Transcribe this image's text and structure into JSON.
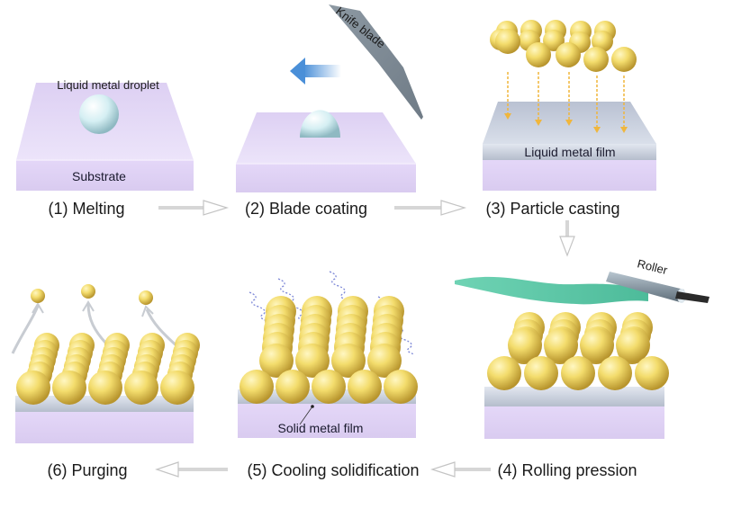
{
  "title": "Liquid metal particle-casting fabrication process",
  "steps": [
    {
      "number": 1,
      "label": "(1) Melting"
    },
    {
      "number": 2,
      "label": "(2) Blade coating"
    },
    {
      "number": 3,
      "label": "(3) Particle casting"
    },
    {
      "number": 4,
      "label": "(4) Rolling pression"
    },
    {
      "number": 5,
      "label": "(5) Cooling solidification"
    },
    {
      "number": 6,
      "label": "(6) Purging"
    }
  ],
  "annotations": {
    "droplet": "Liquid metal droplet",
    "substrate": "Substrate",
    "knife": "Knife blade",
    "liquid_film": "Liquid metal film",
    "roller": "Roller",
    "solid_film": "Solid metal film"
  },
  "flow": [
    "1→2",
    "2→3",
    "3→4",
    "4→5",
    "5→6"
  ],
  "colors": {
    "substrate": "#e6d9f7",
    "substrate_edge": "#d4c4ee",
    "film": "#c9d0de",
    "particle": "#f2dc6a",
    "particle_shade": "#c9a93a",
    "droplet": "#d6f0f4",
    "blade": "#7f8c96",
    "roller_sheet": "#5ec9a8",
    "motion_arrow": "#4a8fd8",
    "flow_arrow": "#d0d0d0",
    "heat_wave": "#7b86d6"
  }
}
